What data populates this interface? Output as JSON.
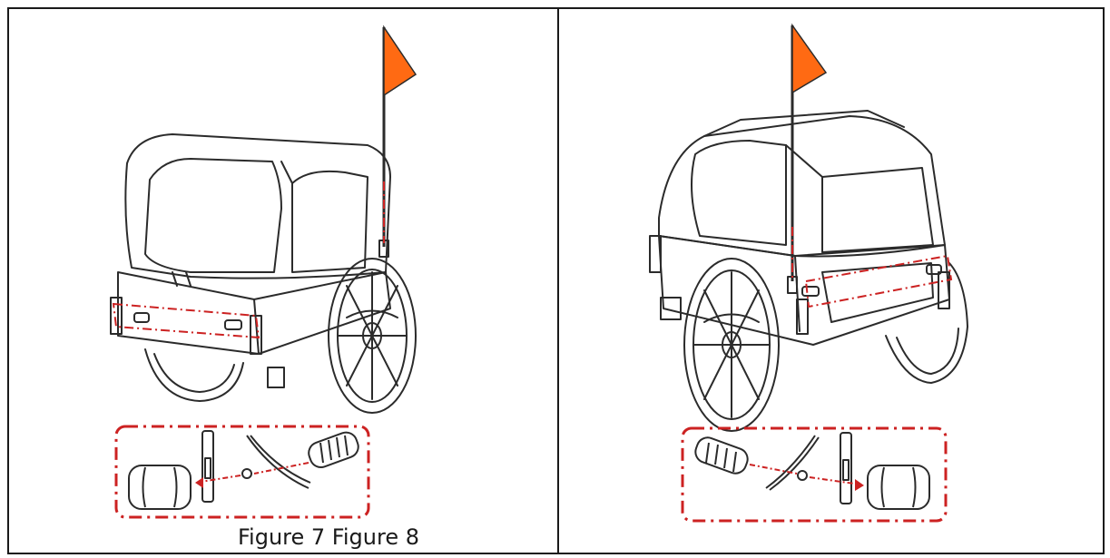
{
  "caption": "Figure 7 Figure 8",
  "colors": {
    "line": "#2b2b2b",
    "accent_dash": "#cc2222",
    "flag": "#ff6a13",
    "frame": "#1a1a1a"
  },
  "figures": [
    {
      "id": "figure-7",
      "subject": "bike trailer rear view with flag and reflector callout"
    },
    {
      "id": "figure-8",
      "subject": "bike trailer side view with flag and reflector callout"
    }
  ]
}
